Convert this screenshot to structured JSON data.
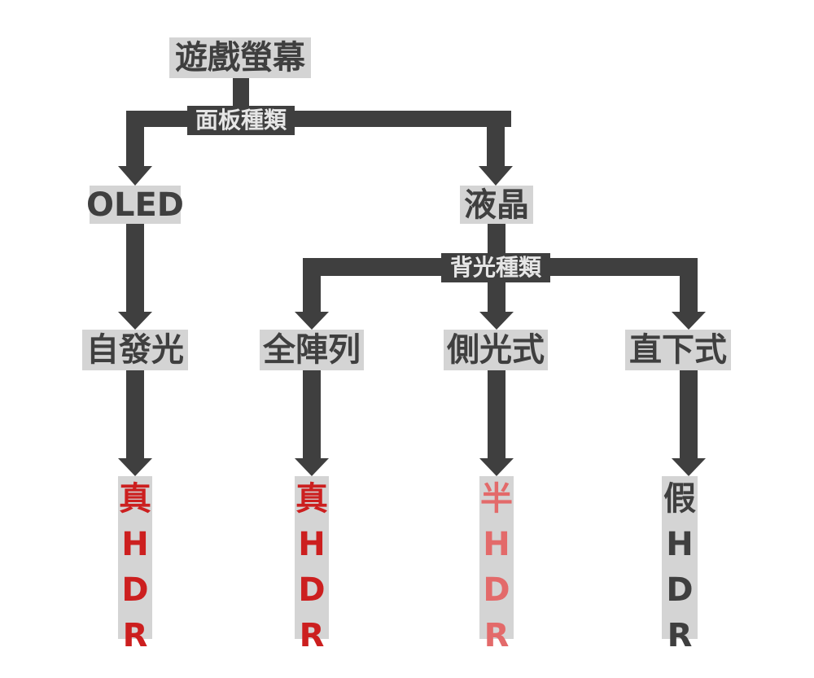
{
  "diagram": {
    "root": "遊戲螢幕",
    "edge_labels": {
      "panel_type": "面板種類",
      "backlight_type": "背光種類"
    },
    "level1": {
      "oled": "OLED",
      "lcd": "液晶"
    },
    "level2": {
      "self_emissive": "自發光",
      "full_array": "全陣列",
      "edge_lit": "側光式",
      "direct_lit": "直下式"
    },
    "results": {
      "oled": {
        "chars": [
          "真",
          "H",
          "D",
          "R"
        ],
        "color": "#cc1f1f"
      },
      "full": {
        "chars": [
          "真",
          "H",
          "D",
          "R"
        ],
        "color": "#cc1f1f"
      },
      "edge": {
        "chars": [
          "半",
          "H",
          "D",
          "R"
        ],
        "color": "#e36a6a"
      },
      "direct": {
        "chars": [
          "假",
          "H",
          "D",
          "R"
        ],
        "color": "#3f3f3f"
      }
    },
    "colors": {
      "connector": "#3f3f3f",
      "node_bg": "#d4d4d4",
      "text": "#3f3f3f"
    }
  }
}
